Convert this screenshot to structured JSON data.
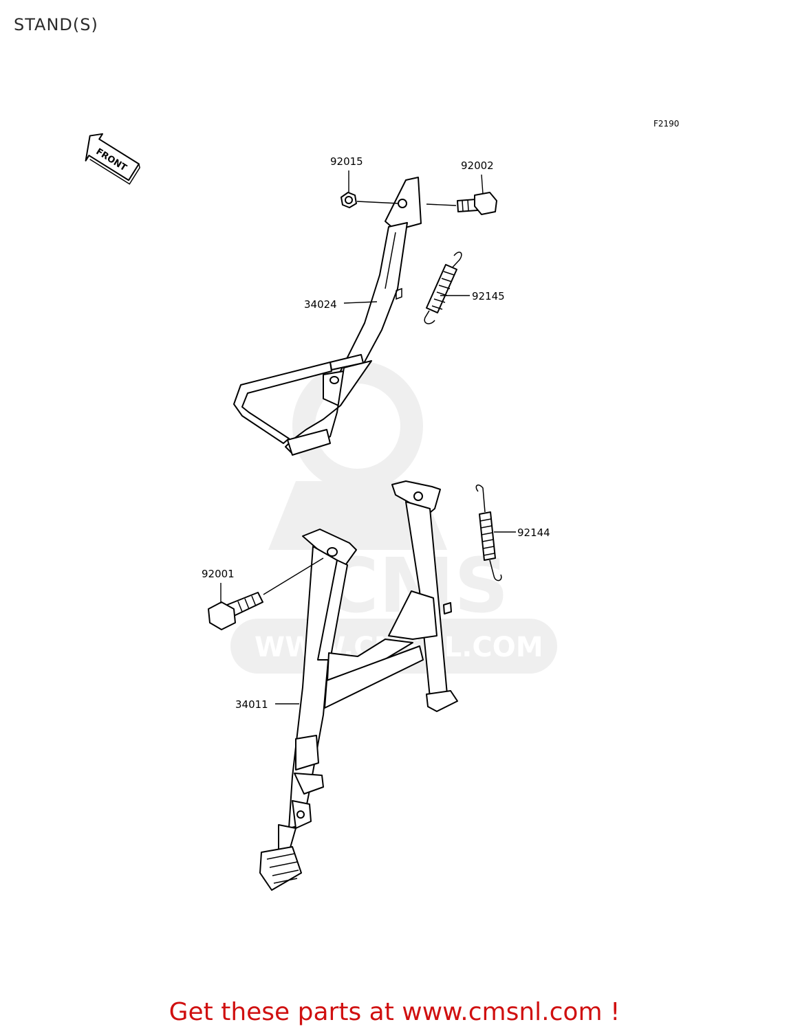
{
  "page": {
    "title": "STAND(S)"
  },
  "diagram": {
    "figure_code": "F2190",
    "front_arrow_text": "FRONT",
    "watermark": {
      "logo_text": "CMS",
      "url_text": "WWW.CMSNL.COM"
    },
    "parts": [
      {
        "number": "92015",
        "description": "nut"
      },
      {
        "number": "92002",
        "description": "bolt"
      },
      {
        "number": "92145",
        "description": "spring"
      },
      {
        "number": "34024",
        "description": "side stand"
      },
      {
        "number": "92144",
        "description": "spring"
      },
      {
        "number": "92001",
        "description": "bolt"
      },
      {
        "number": "34011",
        "description": "main stand"
      }
    ]
  },
  "footer": {
    "link_text": "Get these parts at www.cmsnl.com !",
    "color": "#d01010"
  }
}
